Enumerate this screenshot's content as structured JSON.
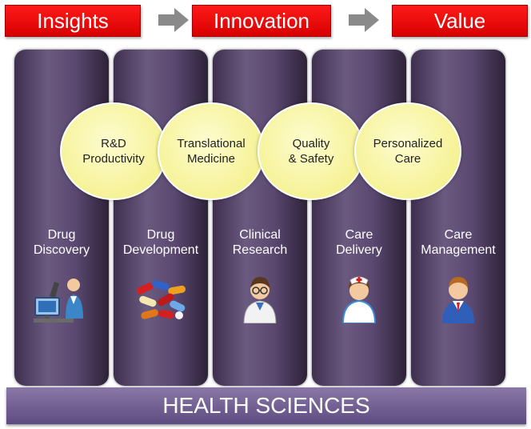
{
  "banners": [
    "Insights",
    "Innovation",
    "Value"
  ],
  "columns": [
    {
      "label": "Drug\nDiscovery",
      "icon": "scientist-microscope-icon"
    },
    {
      "label": "Drug\nDevelopment",
      "icon": "pills-icon"
    },
    {
      "label": "Clinical\nResearch",
      "icon": "researcher-icon"
    },
    {
      "label": "Care\nDelivery",
      "icon": "nurse-icon"
    },
    {
      "label": "Care\nManagement",
      "icon": "manager-icon"
    }
  ],
  "bubbles": [
    "R&D\nProductivity",
    "Translational\nMedicine",
    "Quality\n& Safety",
    "Personalized\nCare"
  ],
  "base": "HEALTH SCIENCES",
  "colors": {
    "banner_red": "#e00000",
    "column_purple": "#5a4870",
    "bubble_yellow": "#f6f296",
    "base_purple": "#7a67a0",
    "arrow_gray": "#8a8a8a"
  }
}
